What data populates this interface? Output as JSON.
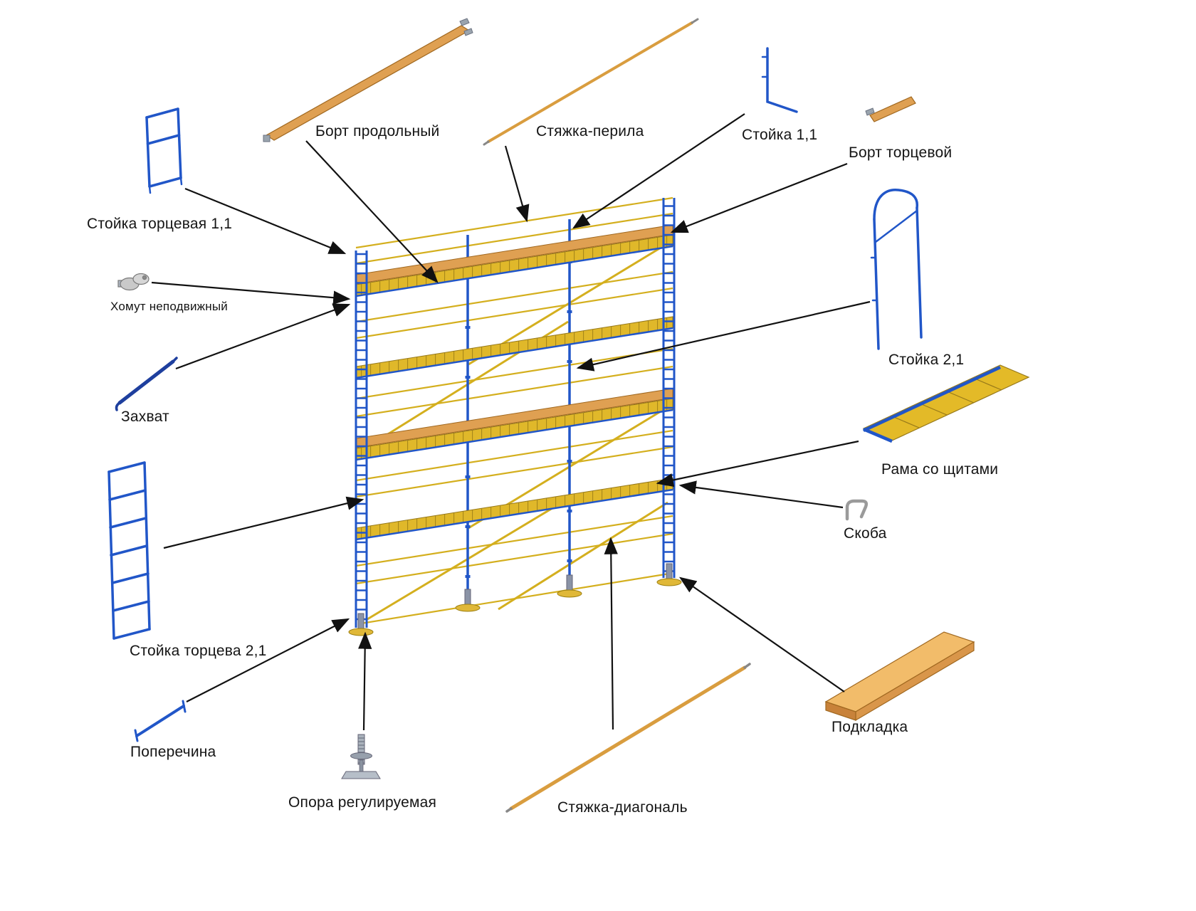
{
  "diagram": {
    "type": "exploded-parts-diagram",
    "subject": "scaffolding assembly",
    "background": "#ffffff",
    "colors": {
      "frame_blue": "#2156c8",
      "dark_blue": "#1e3f9e",
      "deck_yellow": "#e0b82a",
      "tie_yellow": "#d4af1e",
      "plank_edge": "#a8881a",
      "board_orange": "#dfa052",
      "board_edge": "#a06820",
      "metal_gray": "#b3b3b3",
      "arrow_black": "#111111"
    },
    "labels": {
      "stoyka_torcevaya_11": "Стойка торцевая 1,1",
      "bort_prodolny": "Борт продольный",
      "styazhka_perila": "Стяжка-перила",
      "stoyka_11": "Стойка 1,1",
      "bort_torcevoy": "Борт торцевой",
      "stoyka_21": "Стойка 2,1",
      "rama_so_schitami": "Рама со щитами",
      "skoba": "Скоба",
      "homut_nepodvizhny": "Хомут неподвижный",
      "zahvat": "Захват",
      "stoyka_torceva_21": "Стойка торцева 2,1",
      "poperechina": "Поперечина",
      "opora_reguliruemaya": "Опора регулируемая",
      "styazhka_diagonal": "Стяжка-диагональ",
      "podkladka": "Подкладка"
    }
  }
}
